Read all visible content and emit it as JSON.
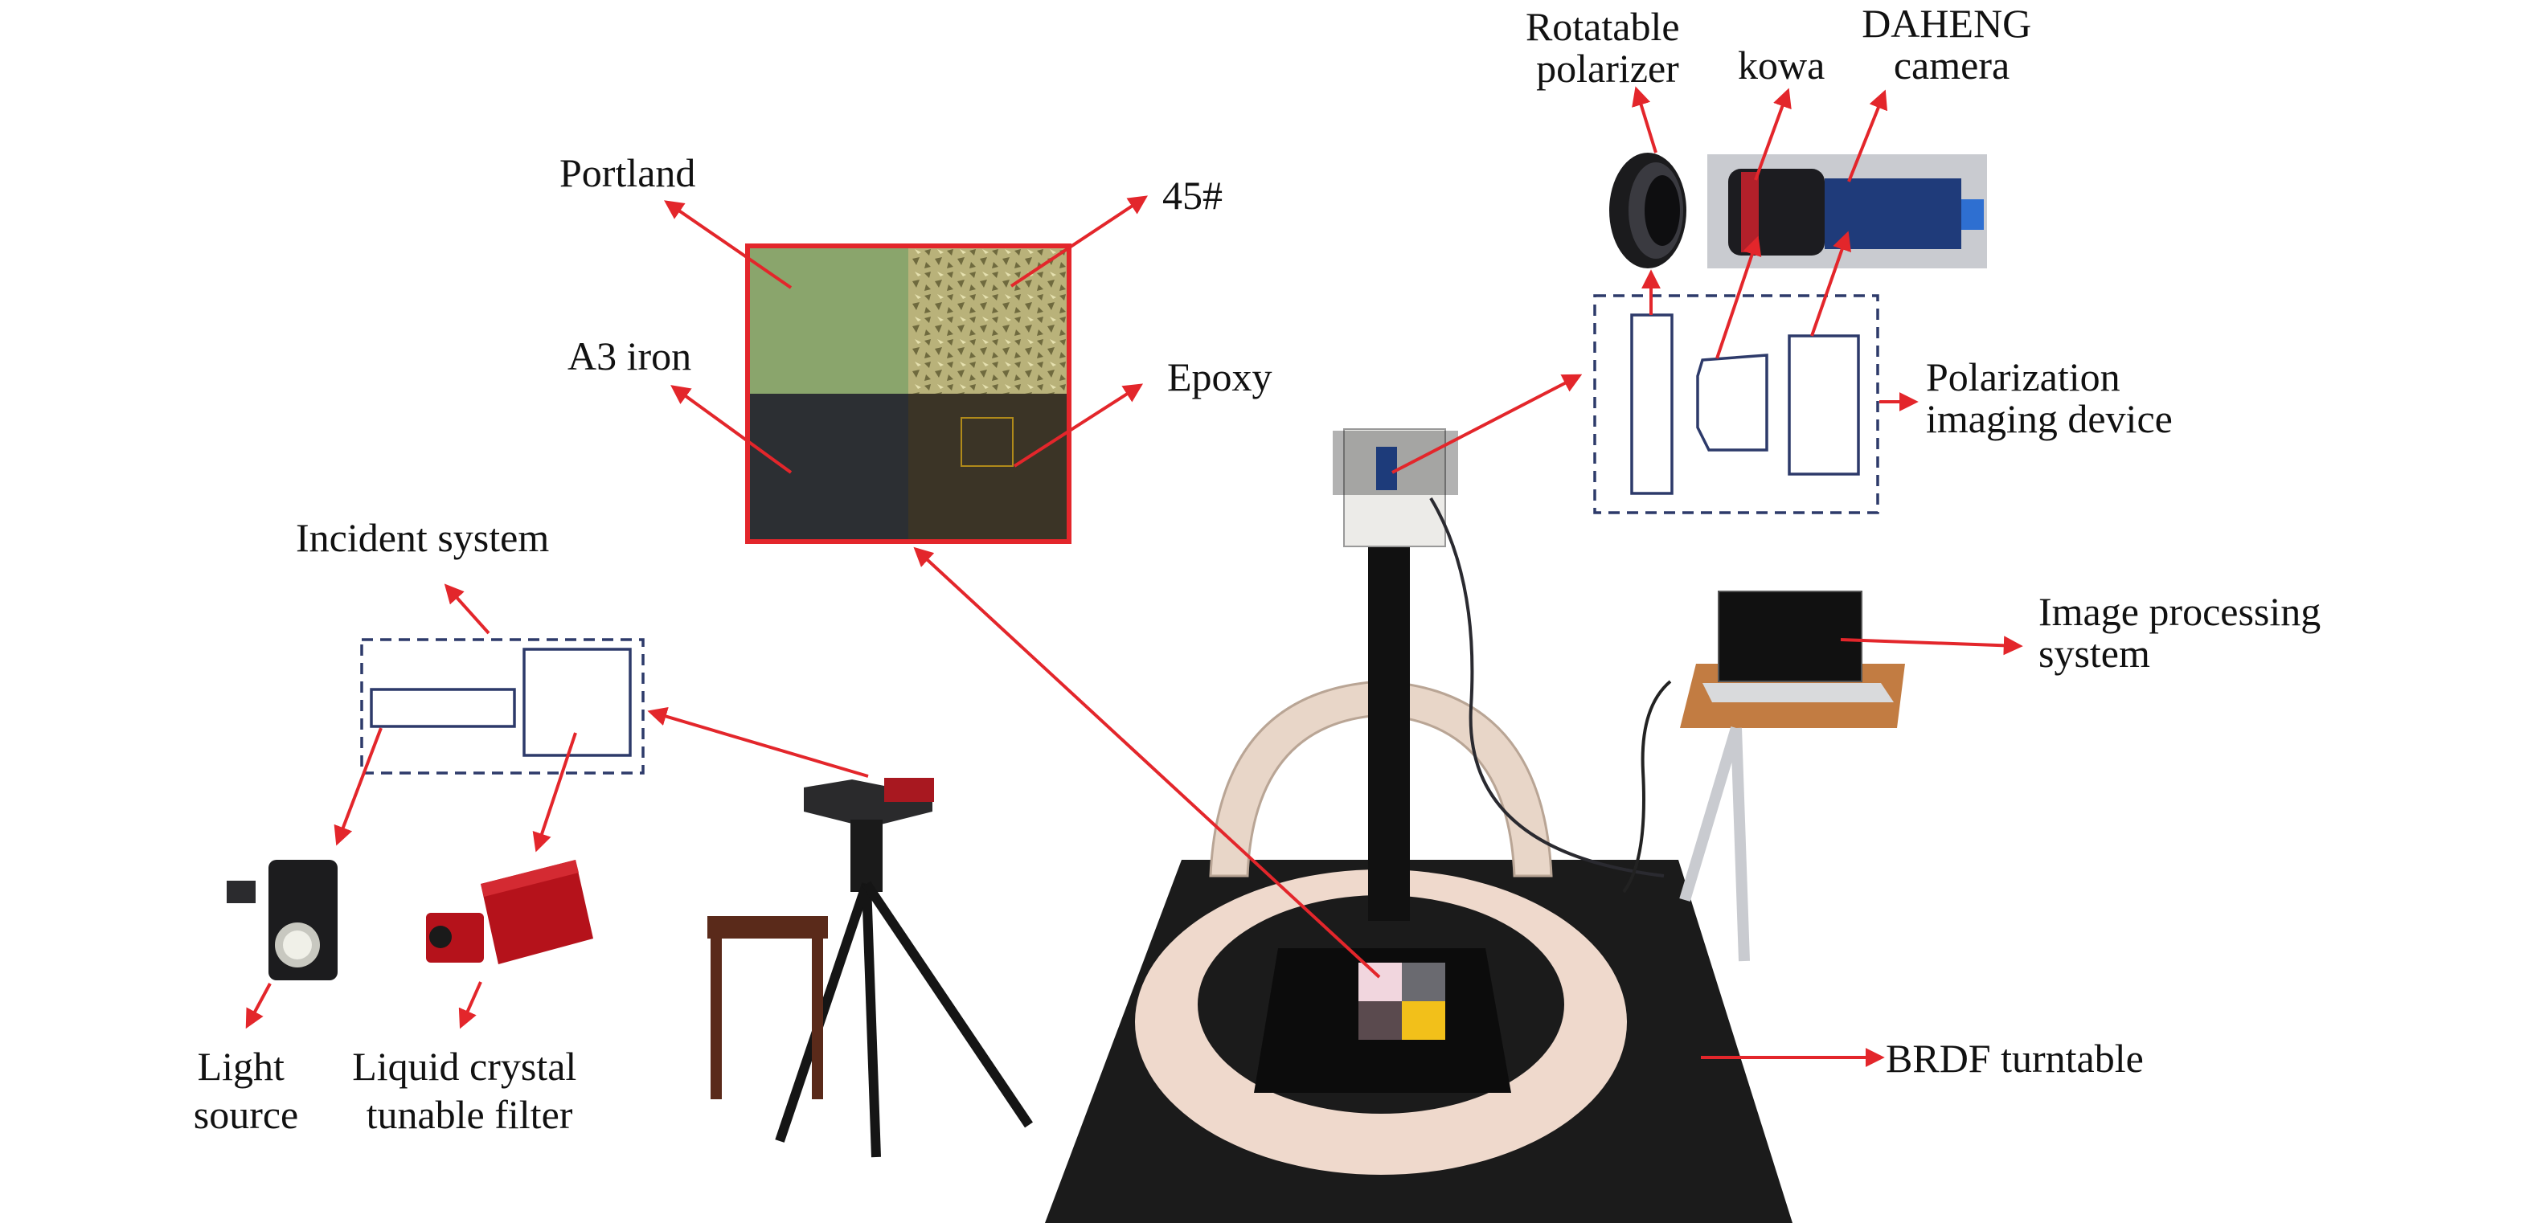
{
  "labels": {
    "portland": "Portland",
    "s45": "45#",
    "a3_iron": "A3 iron",
    "epoxy": "Epoxy",
    "incident_system": "Incident system",
    "light_source": [
      "Light",
      "source"
    ],
    "lctf": [
      "Liquid crystal",
      "tunable filter"
    ],
    "rotatable_polarizer": [
      "Rotatable",
      "polarizer"
    ],
    "kowa": "kowa",
    "daheng_camera": [
      "DAHENG",
      "camera"
    ],
    "polarization_imaging_device": [
      "Polarization",
      "imaging device"
    ],
    "image_processing_system": [
      "Image processing",
      "system"
    ],
    "brdf_turntable": "BRDF turntable"
  },
  "colors": {
    "arrow": "#e3262b",
    "dashed_box": "#2d3a6a",
    "portland_sample": "#8aa56c",
    "steel_sample": "#b9b27a",
    "iron_sample": "#2c2f33",
    "epoxy_sample": "#3b3426"
  }
}
